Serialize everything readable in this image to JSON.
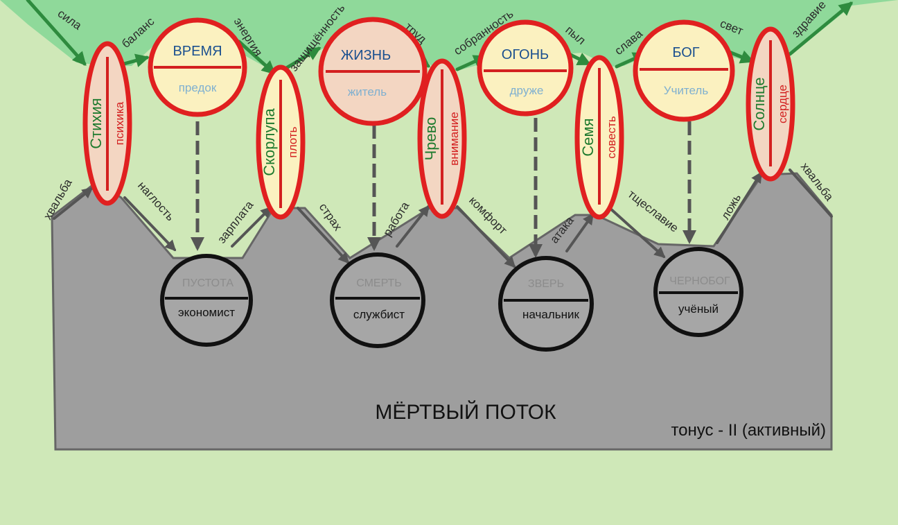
{
  "live_flow_labels": [
    "сила",
    "баланс",
    "энергия",
    "защищённость",
    "труд",
    "собранность",
    "пыл",
    "слава",
    "свет",
    "здравие"
  ],
  "dead_flow_labels": [
    "хвальба",
    "наглость",
    "зарплата",
    "страх",
    "работа",
    "комфорт",
    "атака",
    "тщеславие",
    "ложь",
    "хвальба"
  ],
  "ellipses": [
    {
      "top": "Стихия",
      "bottom": "психика"
    },
    {
      "top": "Скорлупа",
      "bottom": "плоть"
    },
    {
      "top": "Чрево",
      "bottom": "внимание"
    },
    {
      "top": "Семя",
      "bottom": "совесть"
    },
    {
      "top": "Солнце",
      "bottom": "сердце"
    }
  ],
  "upper_circles": [
    {
      "top": "ВРЕМЯ",
      "bottom": "предок"
    },
    {
      "top": "ЖИЗНЬ",
      "bottom": "житель"
    },
    {
      "top": "ОГОНЬ",
      "bottom": "друже"
    },
    {
      "top": "БОГ",
      "bottom": "Учитель"
    }
  ],
  "lower_circles": [
    {
      "top": "ПУСТОТА",
      "bottom": "экономист"
    },
    {
      "top": "СМЕРТЬ",
      "bottom": "службист"
    },
    {
      "top": "ЗВЕРЬ",
      "bottom": "начальник"
    },
    {
      "top": "ЧЕРНОБОГ",
      "bottom": "учёный"
    }
  ],
  "dead_flow_title": "МЁРТВЫЙ  ПОТОК",
  "tonus_label": "тонус  - II  (активный)",
  "colors": {
    "background": "#cfe8b8",
    "live_flow": "#8fd99a",
    "live_arrow": "#2e8b3e",
    "dead_flow": "#9e9e9e",
    "dead_arrow": "#555555",
    "node_border_red": "#e02020",
    "node_border_dark": "#111111"
  }
}
